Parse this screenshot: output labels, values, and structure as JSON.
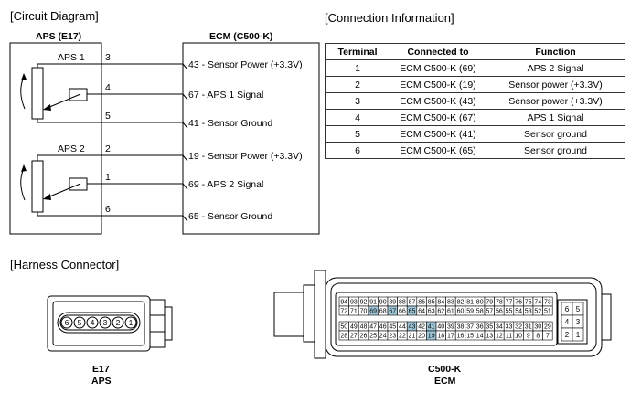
{
  "sections": {
    "circuit": "[Circuit Diagram]",
    "connection": "[Connection Information]",
    "harness": "[Harness Connector]"
  },
  "aps": {
    "title": "APS (E17)",
    "labels": [
      "APS 1",
      "APS 2"
    ],
    "pins": [
      "3",
      "4",
      "5",
      "2",
      "1",
      "6"
    ]
  },
  "ecm": {
    "title": "ECM (C500-K)",
    "signals": [
      "43 - Sensor Power (+3.3V)",
      "67 - APS 1 Signal",
      "41 - Sensor Ground",
      "19 - Sensor Power  (+3.3V)",
      "69 - APS 2 Signal",
      "65 - Sensor Ground"
    ]
  },
  "table": {
    "headers": [
      "Terminal",
      "Connected to",
      "Function"
    ],
    "rows": [
      [
        "1",
        "ECM C500-K (69)",
        "APS 2 Signal"
      ],
      [
        "2",
        "ECM C500-K (19)",
        "Sensor power (+3.3V)"
      ],
      [
        "3",
        "ECM C500-K (43)",
        "Sensor power (+3.3V)"
      ],
      [
        "4",
        "ECM C500-K (67)",
        "APS 1 Signal"
      ],
      [
        "5",
        "ECM C500-K (41)",
        "Sensor ground"
      ],
      [
        "6",
        "ECM C500-K (65)",
        "Sensor ground"
      ]
    ]
  },
  "e17": {
    "pins": [
      "6",
      "5",
      "4",
      "3",
      "2",
      "1"
    ],
    "caption1": "E17",
    "caption2": "APS"
  },
  "c500k": {
    "row1": [
      "94",
      "93",
      "92",
      "91",
      "90",
      "89",
      "88",
      "87",
      "86",
      "85",
      "84",
      "83",
      "82",
      "81",
      "80",
      "79",
      "78",
      "77",
      "76",
      "75",
      "74",
      "73"
    ],
    "row2": [
      "72",
      "71",
      "70",
      "69",
      "68",
      "67",
      "66",
      "65",
      "64",
      "63",
      "62",
      "61",
      "60",
      "59",
      "58",
      "57",
      "56",
      "55",
      "54",
      "53",
      "52",
      "51"
    ],
    "row3": [
      "50",
      "49",
      "48",
      "47",
      "46",
      "45",
      "44",
      "43",
      "42",
      "41",
      "40",
      "39",
      "38",
      "37",
      "36",
      "35",
      "34",
      "33",
      "32",
      "31",
      "30",
      "29"
    ],
    "row4": [
      "28",
      "27",
      "26",
      "25",
      "24",
      "23",
      "22",
      "21",
      "20",
      "19",
      "18",
      "17",
      "16",
      "15",
      "14",
      "13",
      "12",
      "11",
      "10",
      "9",
      "8",
      "7"
    ],
    "small": [
      [
        "6",
        "5"
      ],
      [
        "4",
        "3"
      ],
      [
        "2",
        "1"
      ]
    ],
    "highlight": [
      "69",
      "67",
      "65",
      "43",
      "41",
      "19"
    ],
    "highlight_color": "#9fc6d6",
    "caption1": "C500-K",
    "caption2": "ECM"
  }
}
